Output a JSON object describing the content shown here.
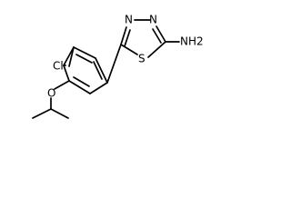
{
  "molecule": {
    "atoms": {
      "cl": "Cl",
      "o": "O",
      "n_top_left": "N",
      "n_top_right": "N",
      "s": "S",
      "nh2": "NH2"
    }
  }
}
